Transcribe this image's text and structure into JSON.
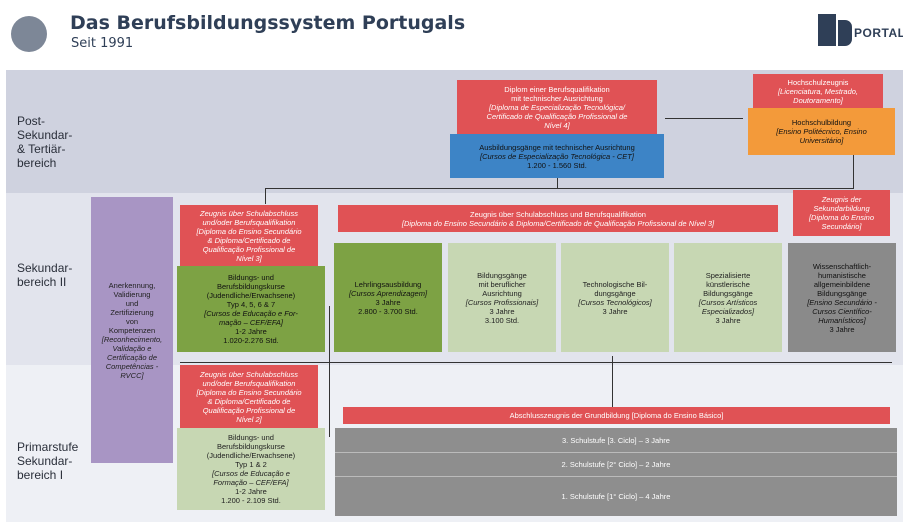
{
  "header": {
    "title": "Das Berufsbildungssystem Portugals",
    "subtitle": "Seit 1991",
    "brand": "PORTAL"
  },
  "levels": {
    "post": [
      "Post-",
      "Sekundar-",
      "& Tertiär-",
      "bereich"
    ],
    "sek2": [
      "Sekundar-",
      "bereich II"
    ],
    "prim": [
      "Primarstufe",
      "Sekundar-",
      "bereich I"
    ]
  },
  "boxes": {
    "cet_diploma": [
      "Diplom einer Berufsqualifikation",
      "mit technischer Ausrichtung",
      "[Diploma de Especialização Tecnológica/",
      "Certificado de Qualificação Profissional de",
      "Nível 4]"
    ],
    "cet_course": [
      "Ausbildungsgänge mit technischer Ausrichtung",
      "[Cursos de Especialização Tecnológica - CET]",
      "1.200 - 1.560 Std."
    ],
    "hs_zeugnis": [
      "Hochschulzeugnis",
      "[Licenciatura, Mestrado,",
      "Doutoramento]"
    ],
    "hs_bildung": [
      "Hochschulbildung",
      "[Ensino Politécnico, Ensino",
      "Universitário]"
    ],
    "zeugnis_sek2_left": [
      "Zeugnis über Schulabschluss",
      "und/oder Berufsqualifikation",
      "[Diploma do Ensino Secundário",
      "& Diploma/Certificado de",
      "Qualificação Profissional de",
      "Nível 3]"
    ],
    "zeugnis_sek2_mid": [
      "Zeugnis über Schulabschluss und Berufsqualifikation",
      "[Diploma do Ensino Secundário & Diploma/Certificado de Qualificação Profissional de Nível 3]"
    ],
    "zeugnis_sek2_right": [
      "Zeugnis der",
      "Sekundarbildung",
      "[Diploma do Ensino",
      "Secundário]"
    ],
    "rvcc": [
      "Anerkennung,",
      "Validierung",
      "und",
      "Zertifizierung",
      "von",
      "Kompetenzen",
      "[Reconhecimento,",
      "Validação e",
      "Certificação de",
      "Competências -",
      "RVCC]"
    ],
    "cef_l3": [
      "Bildungs- und",
      "Berufsbildungskurse",
      "(Judendliche/Erwachsene)",
      "Typ 4, 5, 6 & 7",
      "[Cursos de Educação e For-",
      "mação – CEF/EFA]",
      "1-2 Jahre",
      "1.020-2.276 Std."
    ],
    "lehrling": [
      "Lehrlingsausbildung",
      "[Cursos Aprendizagem]",
      "3 Jahre",
      "2.800 - 3.700 Std."
    ],
    "profissional": [
      "Bildungsgänge",
      "mit beruflicher",
      "Ausrichtung",
      "[Cursos Profissionais]",
      "3 Jahre",
      "3.100 Std."
    ],
    "tecnologico": [
      "Technologische Bil-",
      "dungsgänge",
      "[Cursos Tecnológicos]",
      "3 Jahre"
    ],
    "artistico": [
      "Spezialisierte",
      "künstlerische",
      "Bildungsgänge",
      "[Cursos Artísticos",
      "Especializados]",
      "3 Jahre"
    ],
    "cientifico": [
      "Wissenschaftlich-",
      "humanistische",
      "allgemeinbildene",
      "Bildungsgänge",
      "[Ensino Secundário -",
      "Cursos Científico-",
      "Humanísticos]",
      "3 Jahre"
    ],
    "zeugnis_sek1": [
      "Zeugnis über Schulabschluss",
      "und/oder Berufsqualifikation",
      "[Diploma do Ensino Secundário",
      "& Diploma/Certificado de",
      "Qualificação Profissional de",
      "Nível 2]"
    ],
    "cef_l2": [
      "Bildungs- und",
      "Berufsbildungskurse",
      "(Judendliche/Erwachsene)",
      "Typ 1 & 2",
      "[Cursos de Educação e",
      "Formação – CEF/EFA]",
      "1-2 Jahre",
      "1.200 - 2.109 Std."
    ],
    "basico": "Abschlusszeugnis der Grundbildung [Diploma do Ensino Básico]",
    "stufe3": "3. Schulstufe [3. Ciclo] – 3 Jahre",
    "stufe2": "2. Schulstufe [2° Ciclo] – 2 Jahre",
    "stufe1": "1. Schulstufe  [1° Ciclo] – 4 Jahre"
  },
  "colors": {
    "red": "#e05255",
    "green": "#7da244",
    "light_green": "#c7d7b3",
    "grey": "#8a8a8a",
    "blue": "#3d84c6",
    "orange": "#f39a3a",
    "purple": "#a895c4"
  }
}
